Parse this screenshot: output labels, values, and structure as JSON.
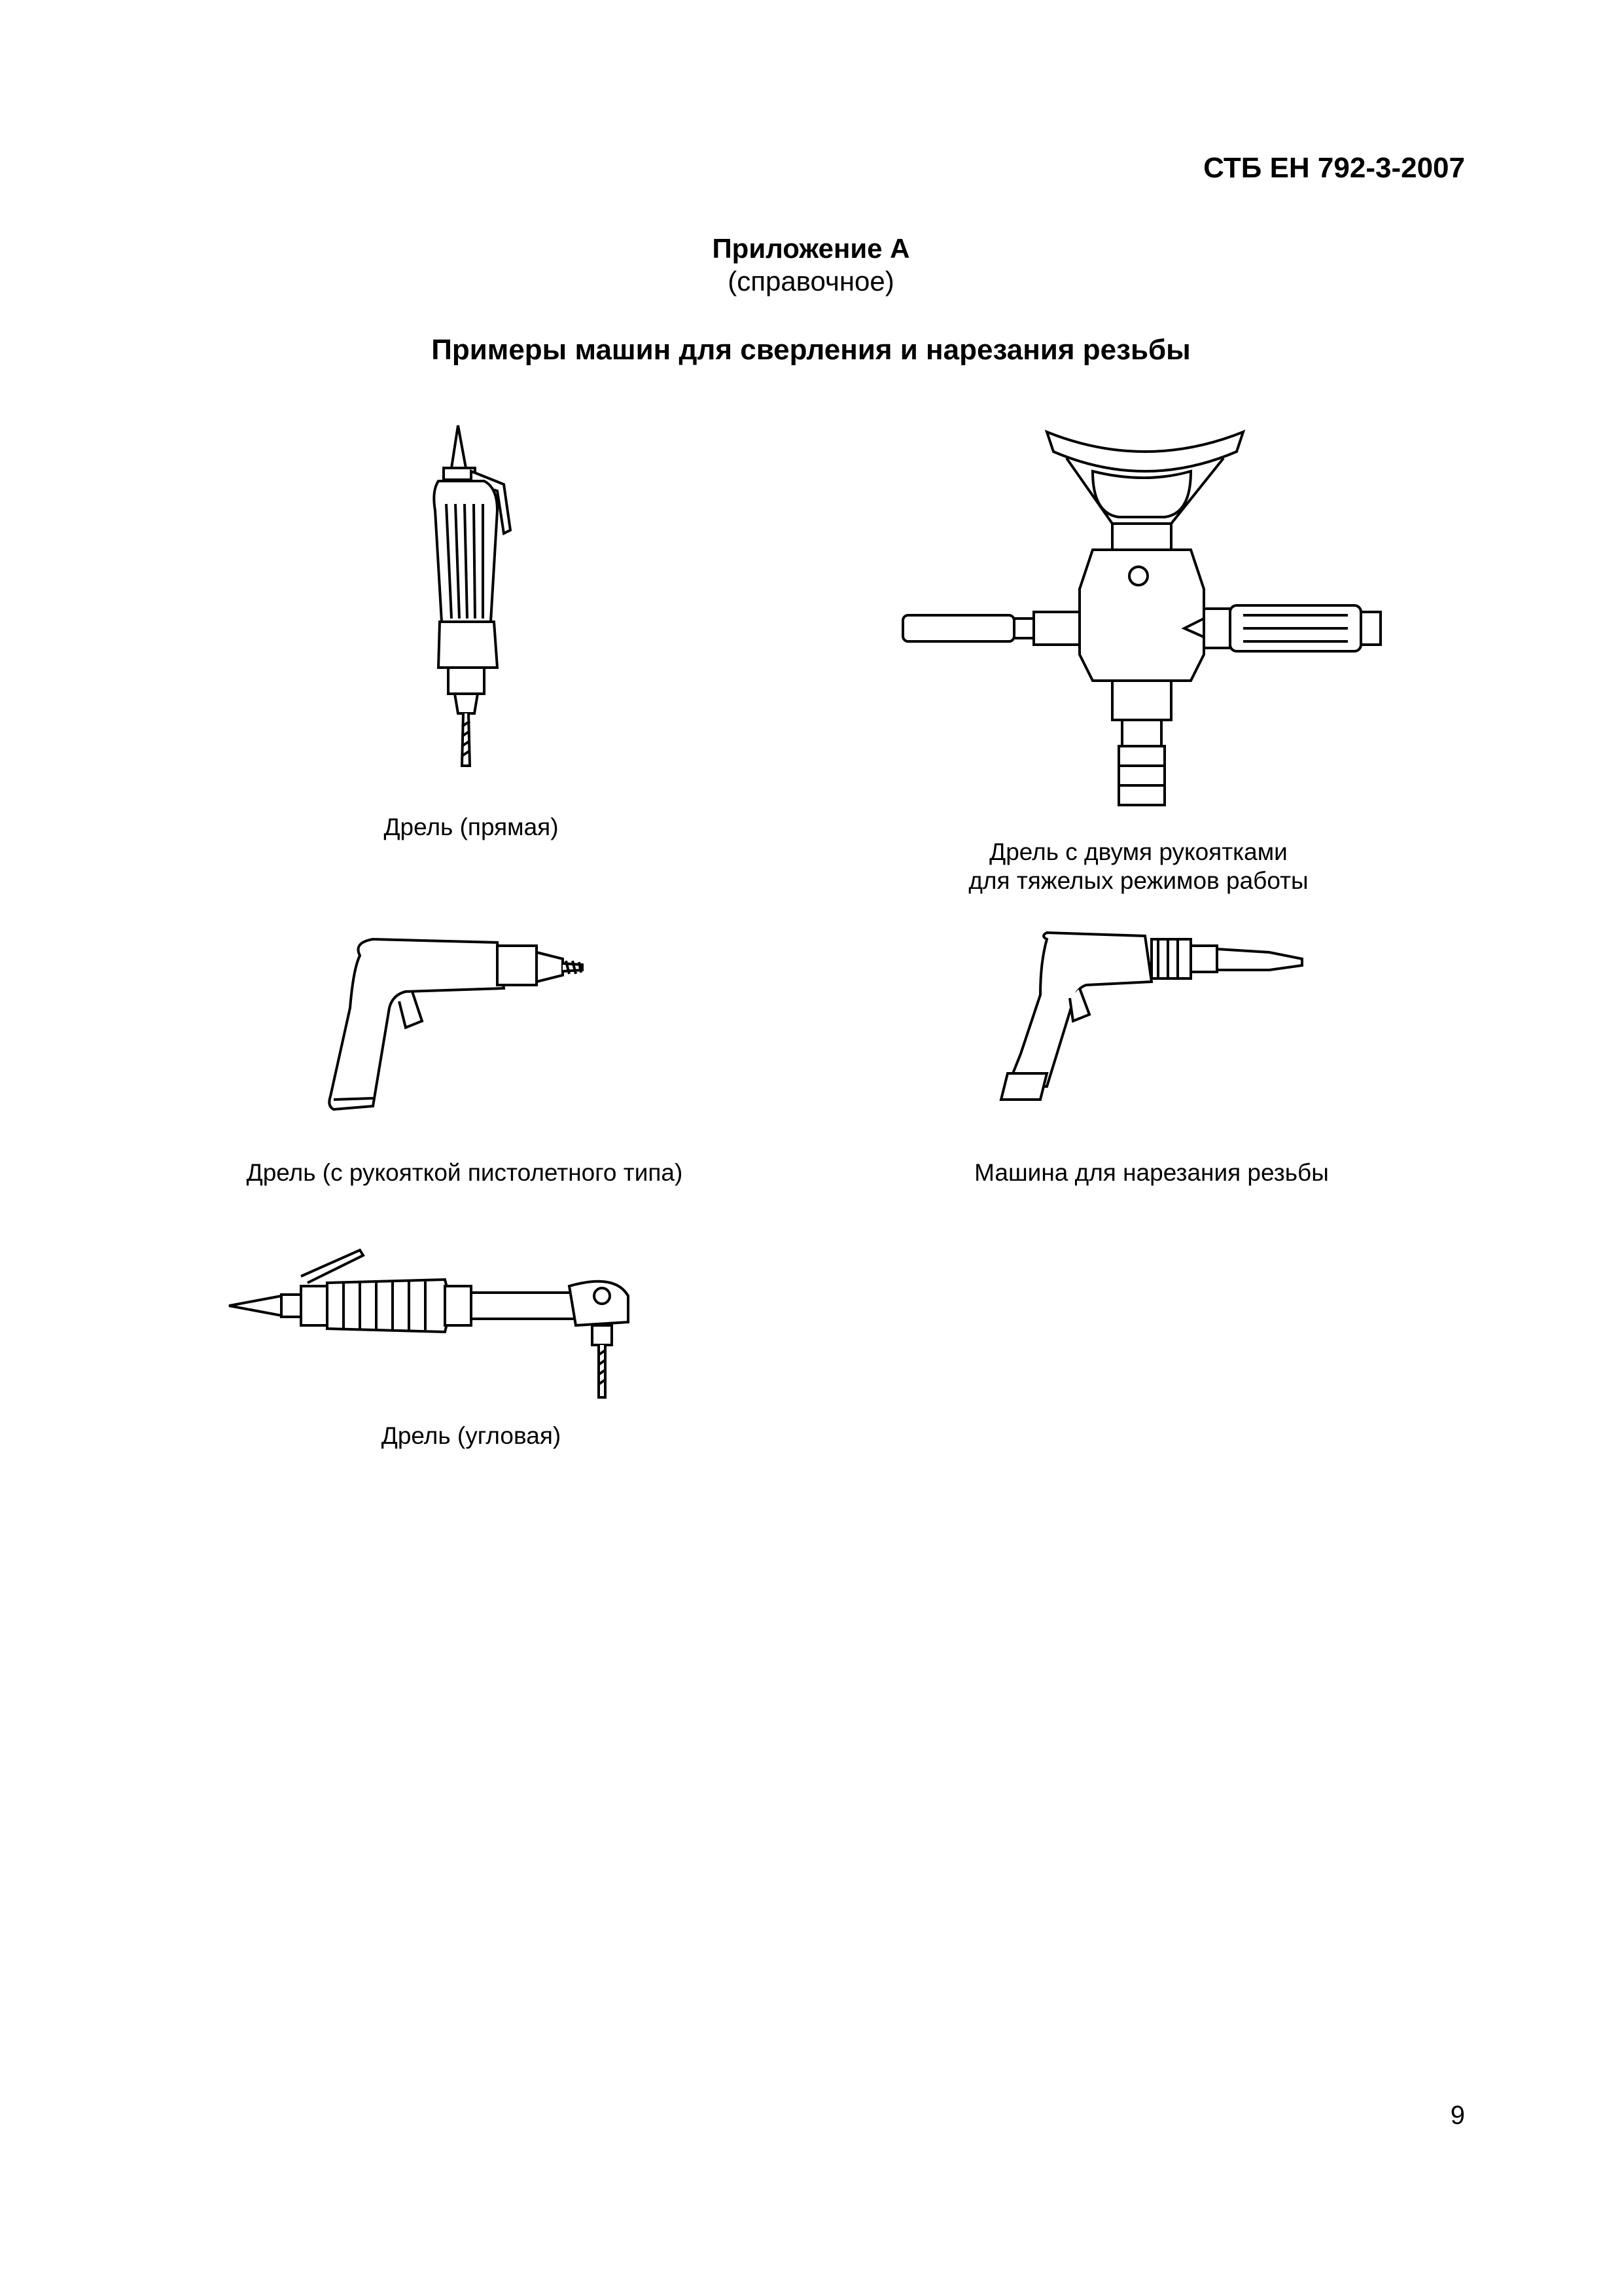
{
  "header": {
    "doc_id": "СТБ ЕН 792-3-2007"
  },
  "annex": {
    "title": "Приложение А",
    "subtitle": "(справочное)",
    "figure_title": "Примеры машин для сверления и нарезания резьбы"
  },
  "figures": {
    "straight_drill": "Дрель (прямая)",
    "two_handle_drill_line1": "Дрель с двумя рукоятками",
    "two_handle_drill_line2": "для тяжелых режимов работы",
    "pistol_drill": "Дрель (с рукояткой пистолетного типа)",
    "tapper": "Машина для нарезания резьбы",
    "angle_drill": "Дрель (угловая)"
  },
  "footer": {
    "page_number": "9"
  }
}
